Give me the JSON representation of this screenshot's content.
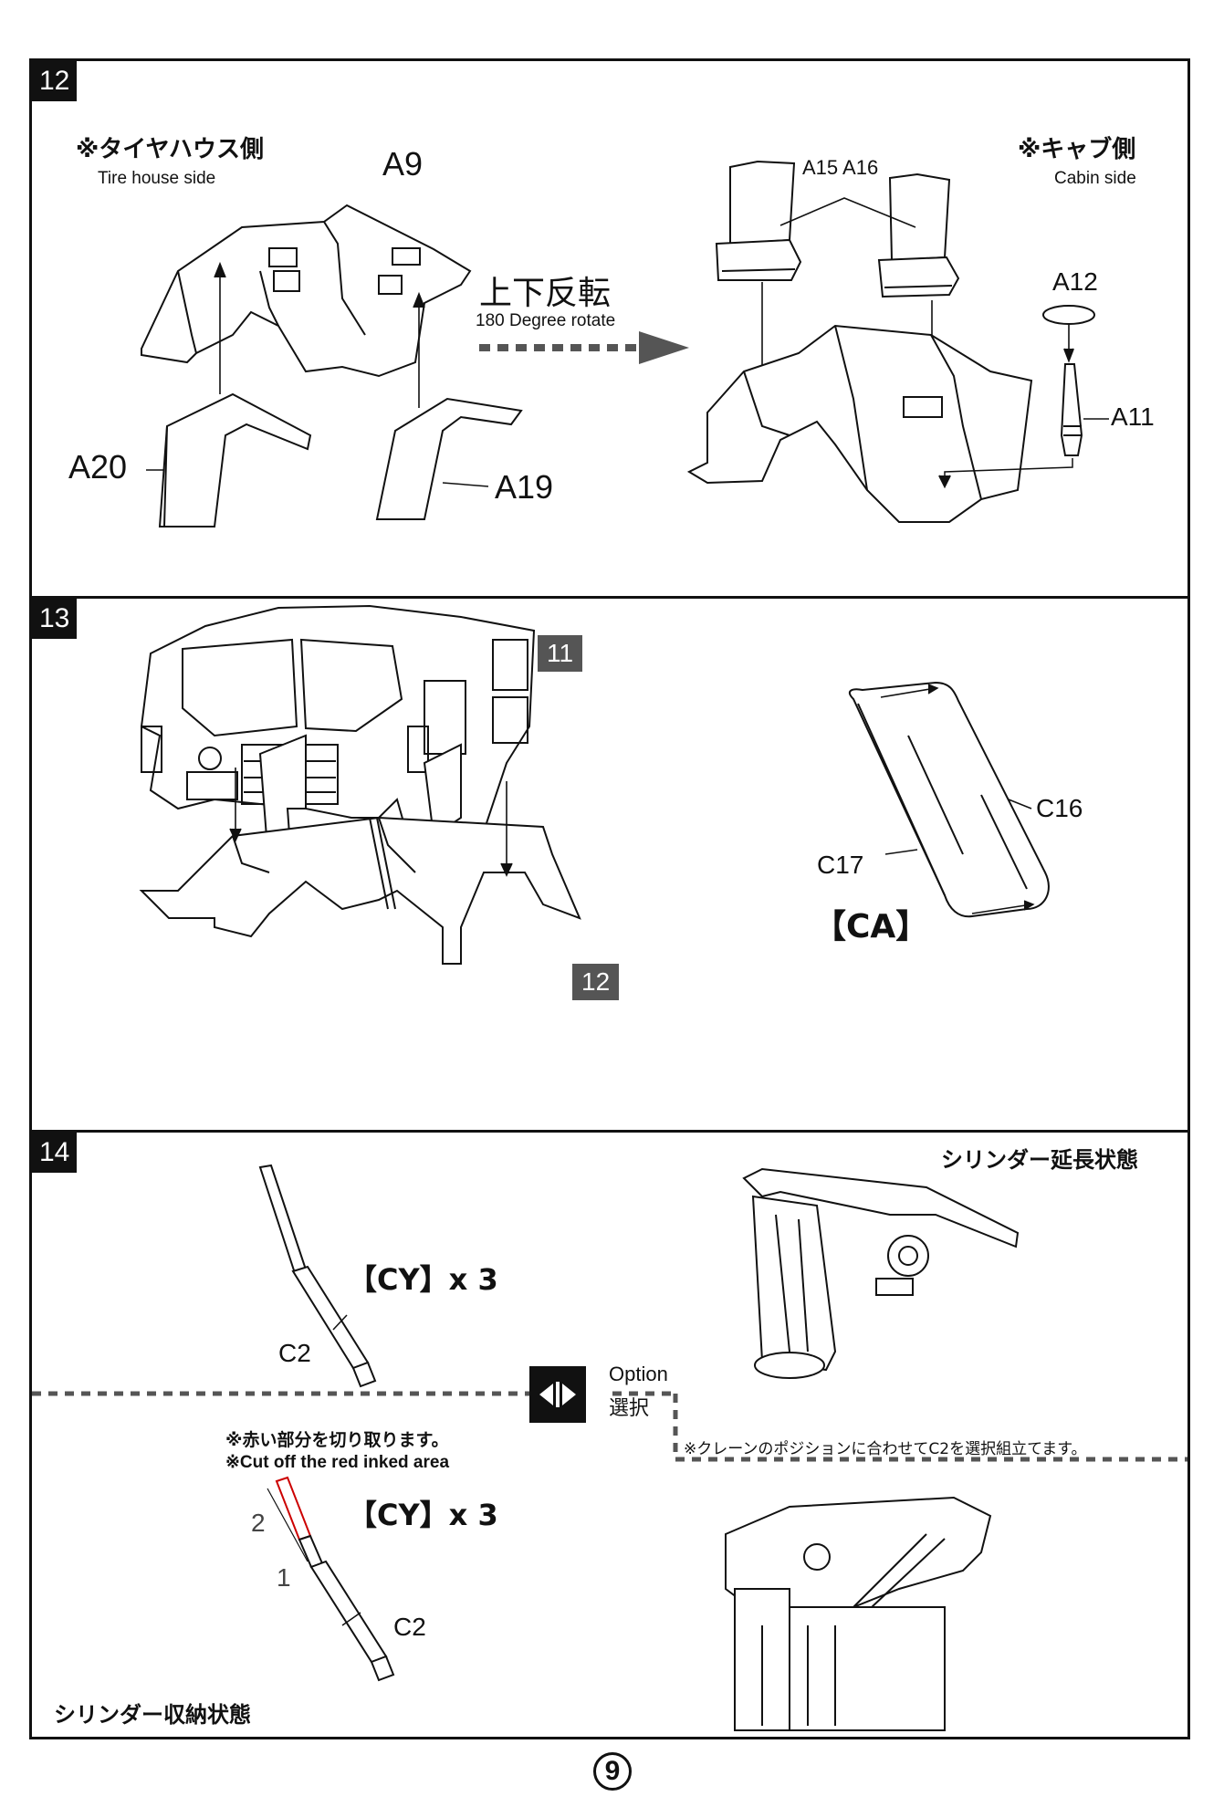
{
  "page_number": "9",
  "step12": {
    "number": "12",
    "tire_side_jp": "※タイヤハウス側",
    "tire_side_en": "Tire house side",
    "cabin_side_jp": "※キャブ側",
    "cabin_side_en": "Cabin side",
    "rotate_jp": "上下反転",
    "rotate_en": "180 Degree rotate",
    "parts": {
      "a9": "A9",
      "a20": "A20",
      "a19": "A19",
      "a15_a16": "A15  A16",
      "a12": "A12",
      "a11": "A11"
    }
  },
  "step13": {
    "number": "13",
    "tag_11": "11",
    "tag_12": "12",
    "parts": {
      "c16": "C16",
      "c17": "C17",
      "ca": "【CA】"
    }
  },
  "step14": {
    "number": "14",
    "extended_jp": "シリンダー延長状態",
    "stored_jp": "シリンダー収納状態",
    "cy_top": "【CY】x 3",
    "cy_bottom": "【CY】x 3",
    "c2_top": "C2",
    "c2_bottom": "C2",
    "option_en": "Option",
    "option_jp": "選択",
    "cut_note_jp": "※赤い部分を切り取ります。",
    "cut_note_en": "※Cut off the red inked area",
    "mark_2": "2",
    "mark_1": "1",
    "crane_note_jp": "※クレーンのポジションに合わせてC2を選択組立てます。"
  }
}
